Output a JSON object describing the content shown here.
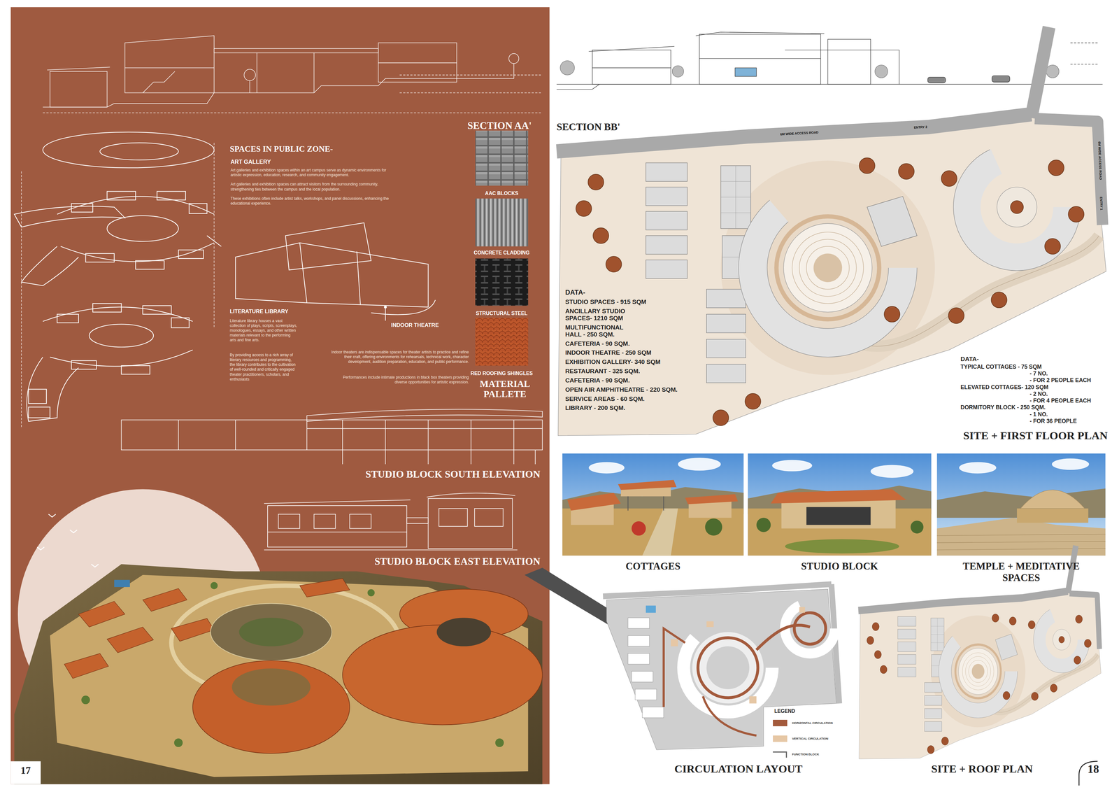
{
  "diagram": {
    "nodes": [
      {
        "text": [
          "AAC BLOCKS"
        ]
      },
      {
        "text": [
          "CONCRETE CLADDING"
        ]
      },
      {
        "text": [
          "STRUCTURAL STEEL"
        ]
      },
      {
        "text": [
          "RED ROOFING SHINGLES"
        ]
      },
      {
        "text": [
          "COTTAGES"
        ]
      },
      {
        "text": [
          "STUDIO BLOCK"
        ]
      },
      {
        "text": [
          "TEMPLE + MEDITATIVE SPACES"
        ]
      }
    ],
    "labels": [
      "SECTION AA'",
      "SPACES IN PUBLIC ZONE-",
      "ART GALLERY",
      "Art galleries and exhibition spaces within an art campus serve as dynamic environments for artistic expression, education, research, and community engagement.",
      "Art galleries and exhibition spaces can attract visitors from the surrounding community, strengthening ties between the campus and the local population.",
      "These exhibitions often include artist talks, workshops, and panel discussions, enhancing the educational experience.",
      "LITERATURE LIBRARY",
      "Literature library houses a vast collection of plays, scripts, screenplays, monologues, essays, and other written materials relevant to the performing arts and fine arts.",
      "By providing access to a rich array of literary resources and programming, the library contributes to the cultivation of well-rounded and critically engaged theater practitioners, scholars, and enthusiasts",
      "INDOOR THEATRE",
      "Indoor theaters are indispensable spaces for theater artists to practice and refine their craft, offering environments for rehearsals, technical work, character development, audition preparation, education, and public performance.",
      "Performances include intimate productions in black box theaters providing diverse opportunities for artistic expression.",
      "MATERIAL PALLETE",
      "STUDIO BLOCK SOUTH ELEVATION",
      "STUDIO BLOCK EAST ELEVATION",
      "17",
      "SECTION BB'",
      "6M WIDE ACCESS ROAD",
      "6M WIDE ACCESS ROAD",
      "ENTRY 2",
      "ENTRY 1",
      "DATA-",
      "STUDIO SPACES - 915 SQM",
      "ANCILLARY STUDIO SPACES- 1210 SQM",
      "MULTIFUNCTIONAL HALL - 250 SQM.",
      "CAFETERIA - 90 SQM.",
      "INDOOR THEATRE - 250 SQM",
      "EXHIBITION GALLERY- 340 SQM",
      "RESTAURANT - 325 SQM.",
      "CAFETERIA - 90 SQM.",
      "OPEN AIR AMPHITHEATRE - 220 SQM.",
      "SERVICE AREAS - 60 SQM.",
      "LIBRARY - 200 SQM.",
      "DATA-",
      "TYPICAL COTTAGES - 75 SQM",
      "- 7 NO.",
      "- FOR 2 PEOPLE EACH",
      "ELEVATED COTTAGES- 120 SQM",
      "- 2 NO.",
      "- FOR 4 PEOPLE EACH",
      "DORMITORY BLOCK - 250 SQM.",
      "- 1 NO.",
      "- FOR 36 PEOPLE",
      "SITE + FIRST FLOOR PLAN",
      "CIRCULATION LAYOUT",
      "LEGEND",
      "SITE + ROOF PLAN",
      "18"
    ],
    "legend": [
      {
        "text": "HORIZONTAL CIRCULATION",
        "color": "#a35a3c"
      },
      {
        "text": "VERTICAL CIRCULATION",
        "color": "#e6c7a5"
      },
      {
        "text": "FUNCTION BLOCK"
      }
    ]
  }
}
